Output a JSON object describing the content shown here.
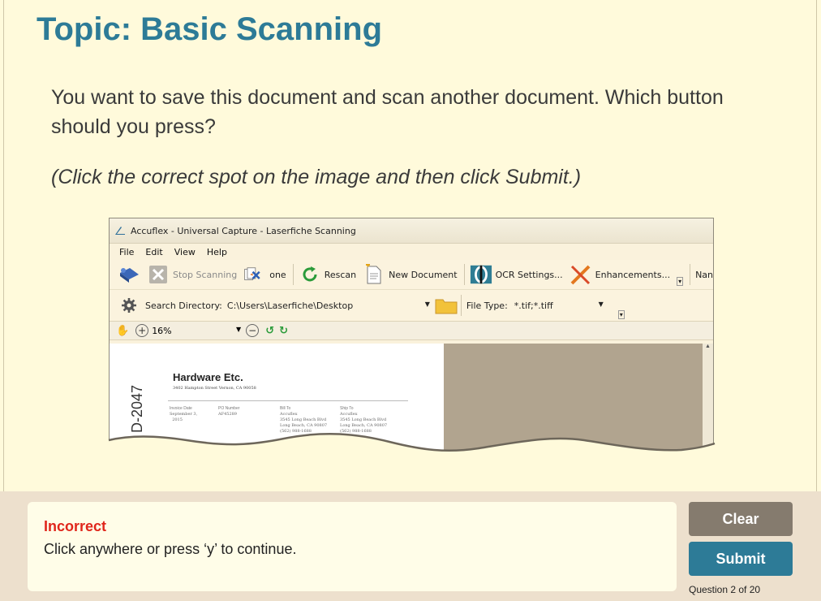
{
  "slide": {
    "title": "Topic: Basic Scanning",
    "question": "You want to save this document and scan another document. Which button should you press?",
    "instruction": "(Click the correct spot on the image and then click Submit.)"
  },
  "app": {
    "window_title": "Accuflex - Universal Capture - Laserfiche Scanning",
    "menu": [
      "File",
      "Edit",
      "View",
      "Help"
    ],
    "toolbar": {
      "stop_scanning": "Stop Scanning",
      "done": "one",
      "rescan": "Rescan",
      "new_document": "New Document",
      "ocr_settings": "OCR Settings...",
      "enhancements": "Enhancements...",
      "name_truncated": "Nan"
    },
    "toolbar2": {
      "search_directory_label": "Search Directory:",
      "search_directory_value": "C:\\Users\\Laserfiche\\Desktop",
      "file_type_label": "File Type:",
      "file_type_value": "*.tif;*.tiff"
    },
    "viewer": {
      "zoom": "16%"
    },
    "document": {
      "code": "D-2047",
      "company": "Hardware Etc.",
      "address": "3402 Hampton Street Vernon, CA 90058",
      "columns": [
        {
          "header": "Invoice Date",
          "lines": [
            "September 3,",
            "2015"
          ]
        },
        {
          "header": "PO Number",
          "lines": [
            "AF45289"
          ]
        },
        {
          "header": "Bill To",
          "lines": [
            "Accuflex",
            "3545 Long Beach Blvd",
            "Long Beach, CA 90807",
            "(562) 988-1688"
          ]
        },
        {
          "header": "Ship To",
          "lines": [
            "Accuflex",
            "3545 Long Beach Blvd",
            "Long Beach, CA 90807",
            "(562) 988-1688"
          ]
        }
      ]
    }
  },
  "feedback": {
    "status": "Incorrect",
    "message": "Click anywhere or press ‘y’ to continue."
  },
  "buttons": {
    "clear": "Clear",
    "submit": "Submit"
  },
  "progress": {
    "label": "Question 2 of 20",
    "current": 2,
    "total": 20
  },
  "colors": {
    "accent": "#2d7b97",
    "error": "#e0261b",
    "background": "#fffadb"
  }
}
